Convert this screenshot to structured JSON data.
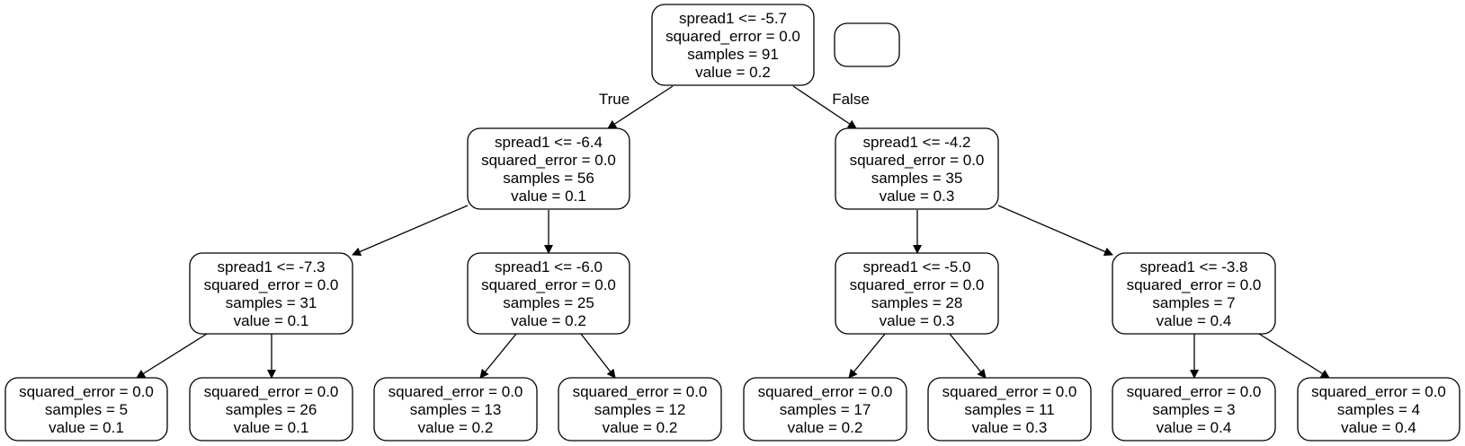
{
  "tree": {
    "nodes": [
      {
        "id": "n0",
        "lines": [
          "spread1 <= -5.7",
          "squared_error = 0.0",
          "samples = 91",
          "value = 0.2"
        ]
      },
      {
        "id": "legend",
        "lines": []
      },
      {
        "id": "n1",
        "lines": [
          "spread1 <= -6.4",
          "squared_error = 0.0",
          "samples = 56",
          "value = 0.1"
        ]
      },
      {
        "id": "n2",
        "lines": [
          "spread1 <= -4.2",
          "squared_error = 0.0",
          "samples = 35",
          "value = 0.3"
        ]
      },
      {
        "id": "n3",
        "lines": [
          "spread1 <= -7.3",
          "squared_error = 0.0",
          "samples = 31",
          "value = 0.1"
        ]
      },
      {
        "id": "n4",
        "lines": [
          "spread1 <= -6.0",
          "squared_error = 0.0",
          "samples = 25",
          "value = 0.2"
        ]
      },
      {
        "id": "n5",
        "lines": [
          "spread1 <= -5.0",
          "squared_error = 0.0",
          "samples = 28",
          "value = 0.3"
        ]
      },
      {
        "id": "n6",
        "lines": [
          "spread1 <= -3.8",
          "squared_error = 0.0",
          "samples = 7",
          "value = 0.4"
        ]
      },
      {
        "id": "n7",
        "lines": [
          "squared_error = 0.0",
          "samples = 5",
          "value = 0.1"
        ]
      },
      {
        "id": "n8",
        "lines": [
          "squared_error = 0.0",
          "samples = 26",
          "value = 0.1"
        ]
      },
      {
        "id": "n9",
        "lines": [
          "squared_error = 0.0",
          "samples = 13",
          "value = 0.2"
        ]
      },
      {
        "id": "n10",
        "lines": [
          "squared_error = 0.0",
          "samples = 12",
          "value = 0.2"
        ]
      },
      {
        "id": "n11",
        "lines": [
          "squared_error = 0.0",
          "samples = 17",
          "value = 0.2"
        ]
      },
      {
        "id": "n12",
        "lines": [
          "squared_error = 0.0",
          "samples = 11",
          "value = 0.3"
        ]
      },
      {
        "id": "n13",
        "lines": [
          "squared_error = 0.0",
          "samples = 3",
          "value = 0.4"
        ]
      },
      {
        "id": "n14",
        "lines": [
          "squared_error = 0.0",
          "samples = 4",
          "value = 0.4"
        ]
      }
    ],
    "edges": [
      {
        "from": "n0",
        "to": "n1",
        "label": "True"
      },
      {
        "from": "n0",
        "to": "n2",
        "label": "False"
      },
      {
        "from": "n1",
        "to": "n3",
        "label": ""
      },
      {
        "from": "n1",
        "to": "n4",
        "label": ""
      },
      {
        "from": "n2",
        "to": "n5",
        "label": ""
      },
      {
        "from": "n2",
        "to": "n6",
        "label": ""
      },
      {
        "from": "n3",
        "to": "n7",
        "label": ""
      },
      {
        "from": "n3",
        "to": "n8",
        "label": ""
      },
      {
        "from": "n4",
        "to": "n9",
        "label": ""
      },
      {
        "from": "n4",
        "to": "n10",
        "label": ""
      },
      {
        "from": "n5",
        "to": "n11",
        "label": ""
      },
      {
        "from": "n5",
        "to": "n12",
        "label": ""
      },
      {
        "from": "n6",
        "to": "n13",
        "label": ""
      },
      {
        "from": "n6",
        "to": "n14",
        "label": ""
      }
    ],
    "colors": {
      "stroke": "#000000",
      "fill": "#ffffff",
      "text": "#000000"
    }
  }
}
